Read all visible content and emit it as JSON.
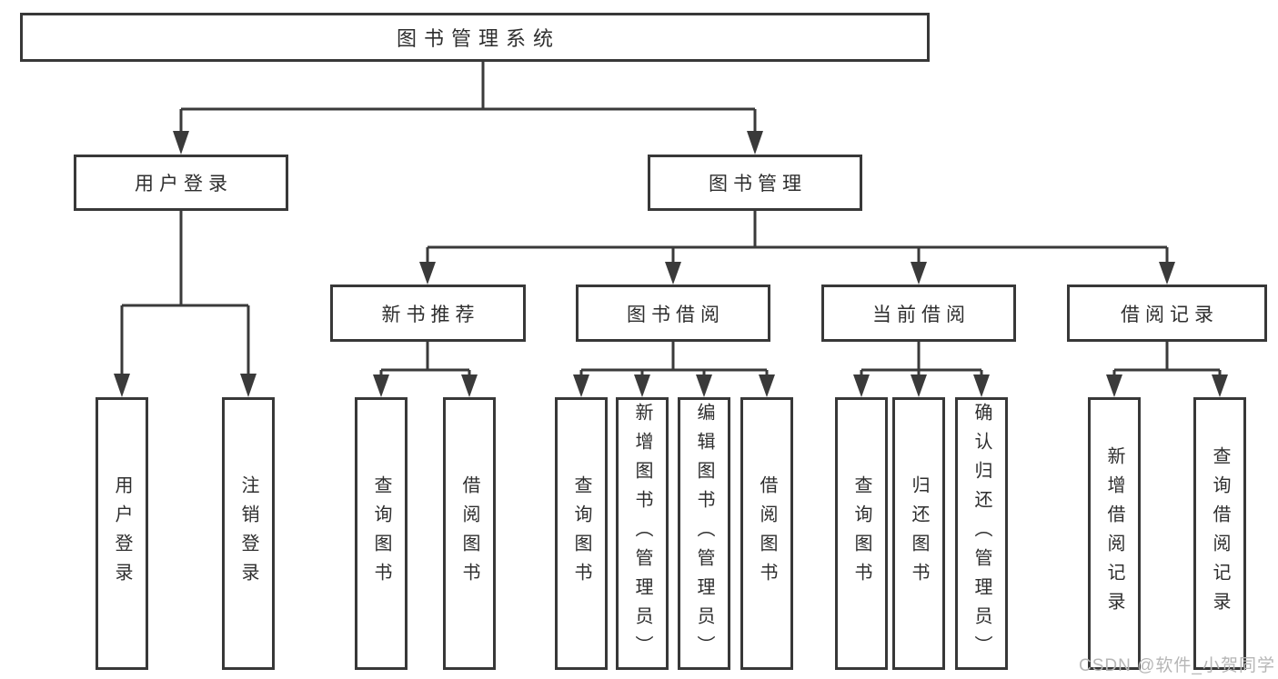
{
  "colors": {
    "line": "#3a3a3a",
    "box_border": "#383838",
    "text": "#2e2e2e",
    "watermark": "#b6b6b6",
    "background": "#ffffff"
  },
  "watermark": {
    "text": "CSDN @软件_小贺同学"
  },
  "tree": {
    "root": {
      "label": "图书管理系统"
    },
    "branches": [
      {
        "label": "用户登录",
        "children": [
          {
            "label": "用户登录"
          },
          {
            "label": "注销登录"
          }
        ]
      },
      {
        "label": "图书管理",
        "children": [
          {
            "label": "新书推荐",
            "children": [
              {
                "label": "查询图书"
              },
              {
                "label": "借阅图书"
              }
            ]
          },
          {
            "label": "图书借阅",
            "children": [
              {
                "label": "查询图书"
              },
              {
                "label": "新增图书（管理员）"
              },
              {
                "label": "编辑图书（管理员）"
              },
              {
                "label": "借阅图书"
              }
            ]
          },
          {
            "label": "当前借阅",
            "children": [
              {
                "label": "查询图书"
              },
              {
                "label": "归还图书"
              },
              {
                "label": "确认归还（管理员）"
              }
            ]
          },
          {
            "label": "借阅记录",
            "children": [
              {
                "label": "新增借阅记录"
              },
              {
                "label": "查询借阅记录"
              }
            ]
          }
        ]
      }
    ]
  }
}
